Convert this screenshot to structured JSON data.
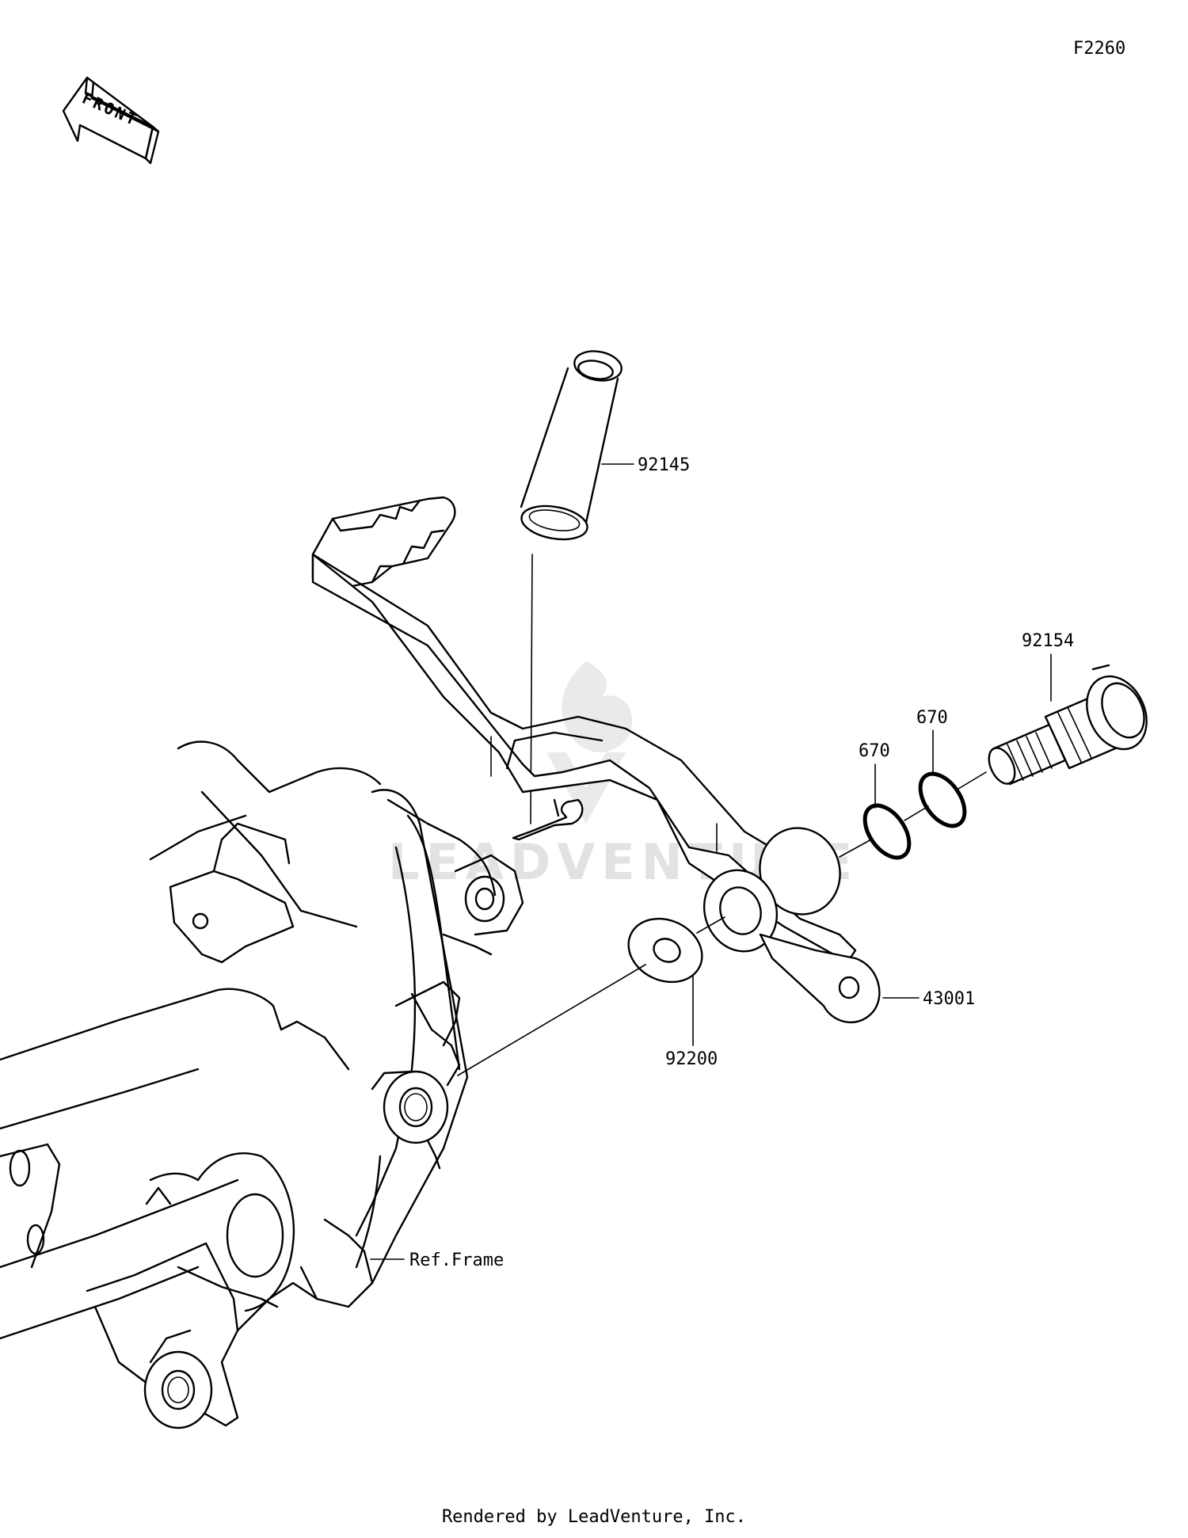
{
  "diagram": {
    "figure_code": "F2260",
    "front_label": "FRONT",
    "footer": "Rendered by LeadVenture, Inc.",
    "watermark": "LEADVENTURE"
  },
  "parts": [
    {
      "id": "spring",
      "number": "92145"
    },
    {
      "id": "pivot-bolt",
      "number": "92154"
    },
    {
      "id": "o-ring-outer",
      "number": "670"
    },
    {
      "id": "o-ring-inner",
      "number": "670"
    },
    {
      "id": "brake-pedal",
      "number": "43001"
    },
    {
      "id": "washer",
      "number": "92200"
    },
    {
      "id": "frame",
      "number": "Ref.Frame"
    }
  ]
}
